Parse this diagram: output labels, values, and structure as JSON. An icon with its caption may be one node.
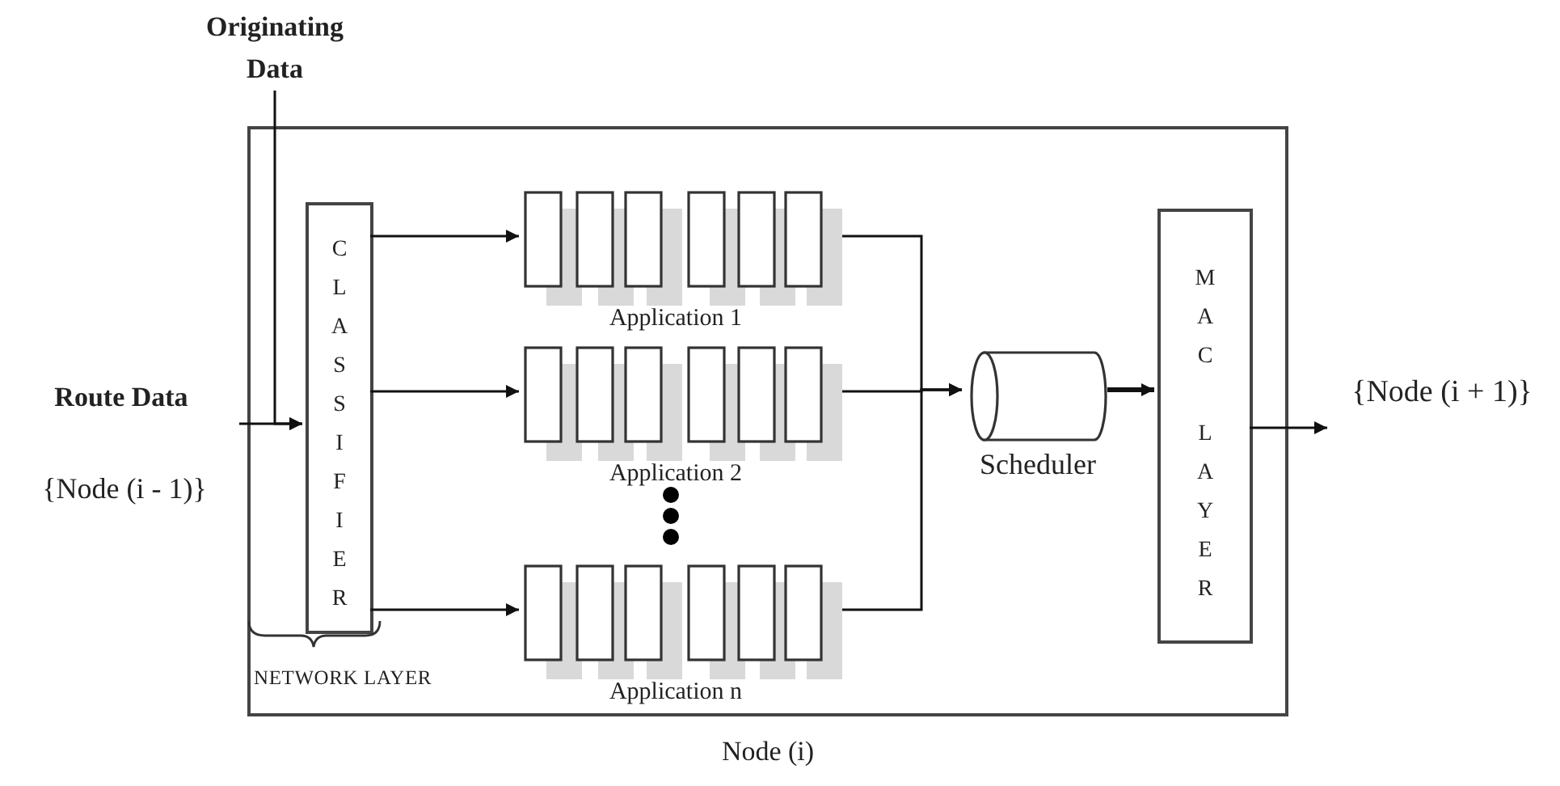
{
  "diagram": {
    "nodes": [
      {
        "text": [
          "Node (i)"
        ]
      },
      {
        "text": [
          "CLASSIFIER"
        ],
        "in": 0
      },
      {
        "text": [
          "Application 1"
        ],
        "in": 0
      },
      {
        "text": [
          "Application 2"
        ],
        "in": 0
      },
      {
        "text": [
          "Application n"
        ],
        "in": 0
      },
      {
        "text": [
          "Scheduler"
        ],
        "in": 0
      },
      {
        "text": [
          "MAC LAYER"
        ],
        "in": 0
      },
      {
        "text": [
          "Originating Data"
        ]
      },
      {
        "text": [
          "Route Data",
          "{Node (i - 1)}"
        ]
      },
      {
        "text": [
          "{Node (i + 1)}"
        ]
      }
    ],
    "edges": [
      {
        "from": 7,
        "to": 1,
        "arrow": "to"
      },
      {
        "from": 8,
        "to": 1,
        "arrow": "to"
      },
      {
        "from": 1,
        "to": 2,
        "arrow": "to"
      },
      {
        "from": 1,
        "to": 3,
        "arrow": "to"
      },
      {
        "from": 1,
        "to": 4,
        "arrow": "to"
      },
      {
        "from": 2,
        "to": 5,
        "arrow": "to"
      },
      {
        "from": 3,
        "to": 5,
        "arrow": "to"
      },
      {
        "from": 4,
        "to": 5,
        "arrow": "to"
      },
      {
        "from": 5,
        "to": 6,
        "arrow": "to",
        "style": "thick"
      },
      {
        "from": 6,
        "to": 9,
        "arrow": "to"
      }
    ],
    "labels": [
      "NETWORK LAYER"
    ]
  }
}
